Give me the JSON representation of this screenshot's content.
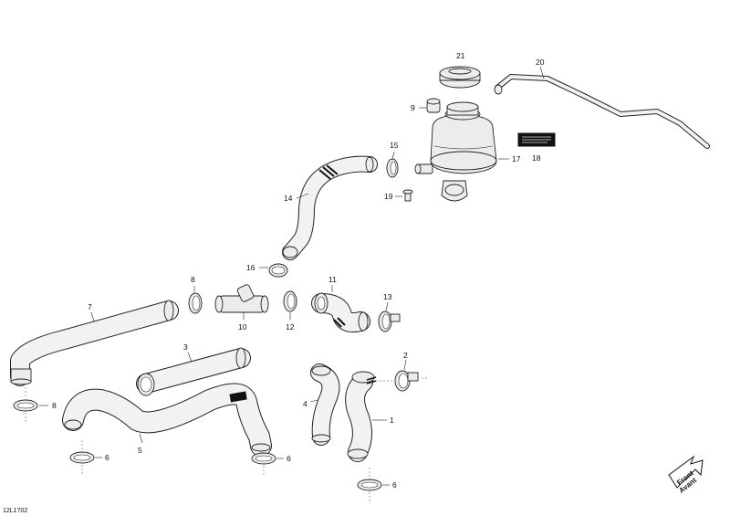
{
  "diagram": {
    "drawing_code": "12L1702",
    "front_badge": {
      "line1": "Front",
      "line2": "Avant"
    },
    "callouts": {
      "c1": "1",
      "c2": "2",
      "c3": "3",
      "c4": "4",
      "c5": "5",
      "c6a": "6",
      "c6b": "6",
      "c6c": "6",
      "c7": "7",
      "c8a": "8",
      "c8b": "8",
      "c9": "9",
      "c10": "10",
      "c11": "11",
      "c12": "12",
      "c13": "13",
      "c14": "14",
      "c15": "15",
      "c16": "16",
      "c17": "17",
      "c18": "18",
      "c19": "19",
      "c20": "20",
      "c21": "21"
    }
  }
}
